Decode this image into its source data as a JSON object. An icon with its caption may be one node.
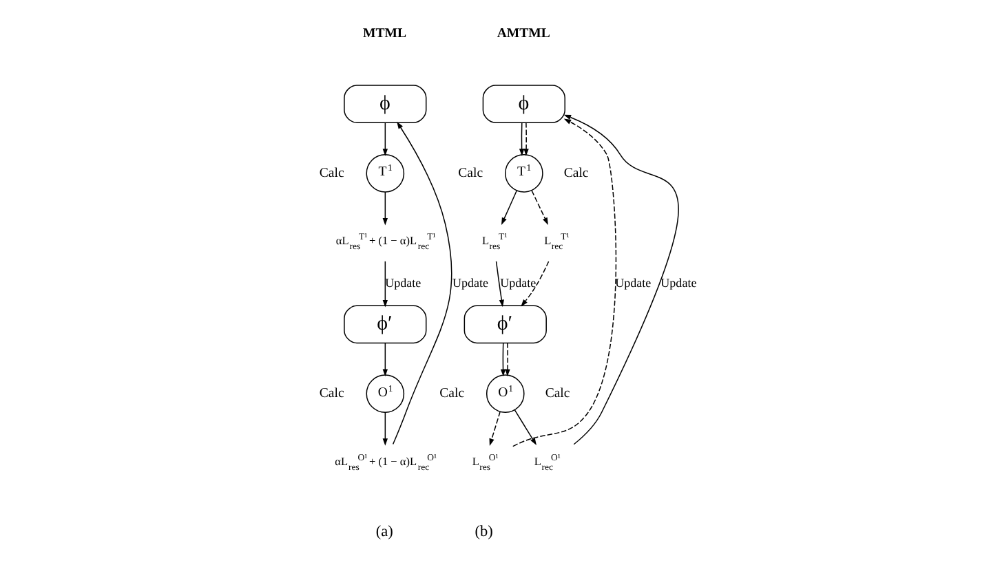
{
  "diagram": {
    "nodes": [
      {
        "text": [
          "ϕ"
        ]
      },
      {
        "text": [
          "T$^{1}$"
        ],
        "beside": [
          "Calc"
        ]
      },
      {
        "text": [
          "αL$_{res}$$^{T¹}$ + (1 − α)L$_{rec}$$^{T¹}$"
        ]
      },
      {
        "text": [
          "ϕ′"
        ]
      },
      {
        "text": [
          "O$^{1}$"
        ],
        "beside": [
          "Calc"
        ]
      },
      {
        "text": [
          "αL$_{res}$$^{O¹}$ + (1 − α)L$_{rec}$$^{O¹}$"
        ]
      },
      {
        "text": [
          "ϕ"
        ]
      },
      {
        "text": [
          "T$^{1}$"
        ],
        "beside": [
          "Calc",
          "Calc"
        ]
      },
      {
        "text": [
          "L$_{res}$$^{T¹}$"
        ]
      },
      {
        "text": [
          "L$_{rec}$$^{T¹}$"
        ]
      },
      {
        "text": [
          "ϕ′"
        ]
      },
      {
        "text": [
          "O$^{1}$"
        ],
        "beside": [
          "Calc",
          "Calc"
        ]
      },
      {
        "text": [
          "L$_{res}$$^{O¹}$"
        ]
      },
      {
        "text": [
          "L$_{rec}$$^{O¹}$"
        ]
      }
    ],
    "edges": [
      {
        "from": 0,
        "to": 1,
        "arrow": "to"
      },
      {
        "from": 1,
        "to": 2,
        "arrow": "to"
      },
      {
        "from": 2,
        "to": 3,
        "arrow": "to",
        "label": "Update"
      },
      {
        "from": 3,
        "to": 4,
        "arrow": "to"
      },
      {
        "from": 4,
        "to": 5,
        "arrow": "to"
      },
      {
        "from": 5,
        "to": 0,
        "arrow": "to",
        "label": "Update"
      },
      {
        "from": 6,
        "to": 7,
        "arrow": "to"
      },
      {
        "from": 6,
        "to": 7,
        "arrow": "to",
        "style": "dashed"
      },
      {
        "from": 7,
        "to": 8,
        "arrow": "to"
      },
      {
        "from": 7,
        "to": 9,
        "arrow": "to",
        "style": "dashed"
      },
      {
        "from": 8,
        "to": 10,
        "arrow": "to",
        "label": "Update"
      },
      {
        "from": 9,
        "to": 10,
        "arrow": "to",
        "style": "dashed"
      },
      {
        "from": 10,
        "to": 11,
        "arrow": "to"
      },
      {
        "from": 10,
        "to": 11,
        "arrow": "to",
        "style": "dashed"
      },
      {
        "from": 11,
        "to": 12,
        "arrow": "to",
        "style": "dashed"
      },
      {
        "from": 11,
        "to": 13,
        "arrow": "to"
      },
      {
        "from": 12,
        "to": 6,
        "arrow": "to",
        "style": "dashed",
        "label": "Update"
      },
      {
        "from": 13,
        "to": 6,
        "arrow": "to",
        "label": "Update"
      }
    ],
    "labels": [
      "MTML",
      "AMTML",
      "(a)",
      "(b)"
    ]
  }
}
